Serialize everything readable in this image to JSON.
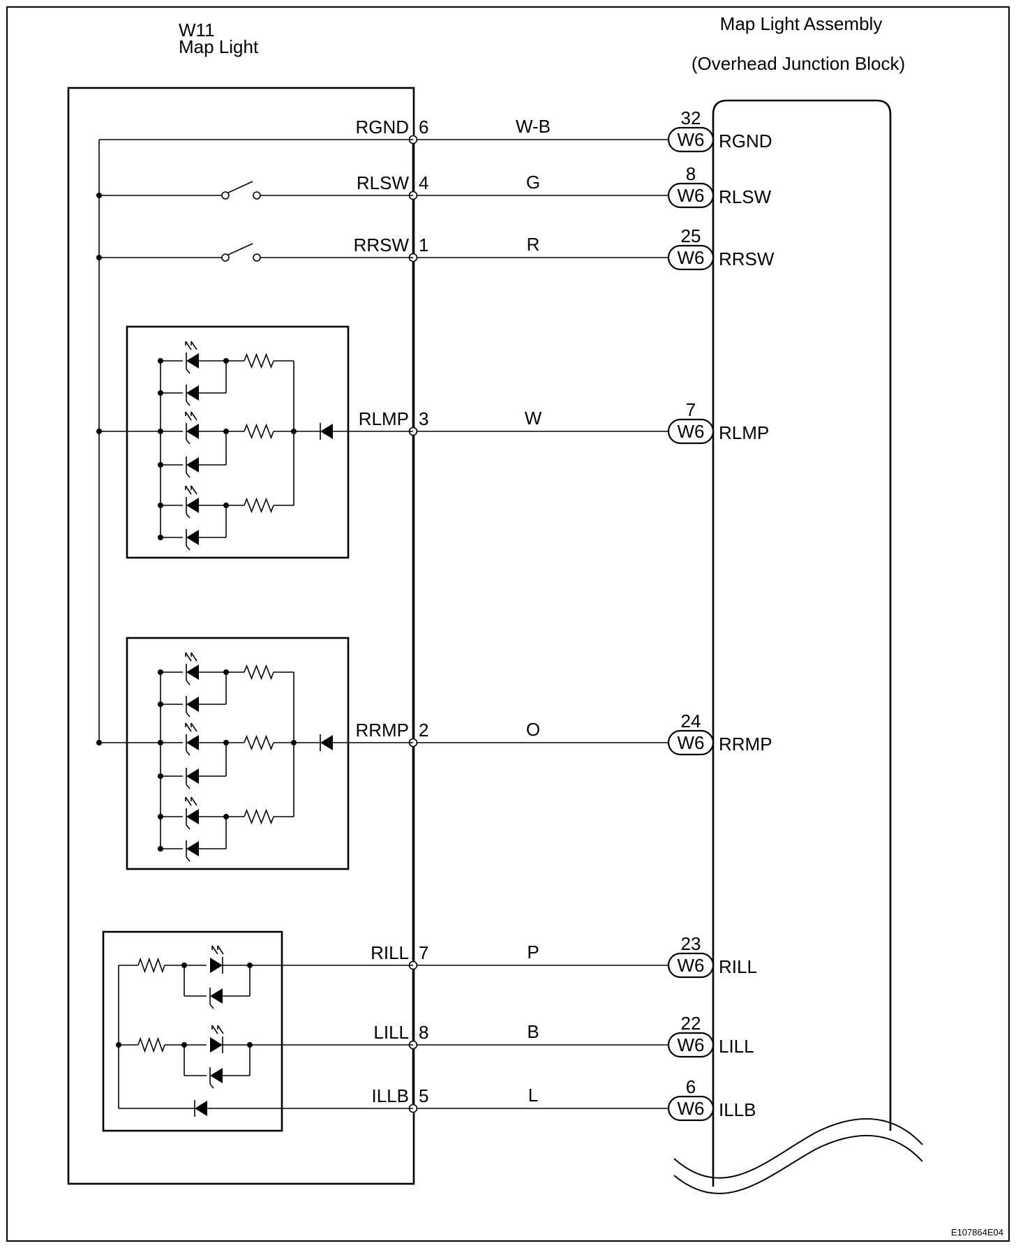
{
  "left_component": {
    "code": "W11",
    "name": "Map Light"
  },
  "right_component": {
    "name": "Map Light Assembly",
    "subname": "(Overhead Junction Block)",
    "connector": "W6"
  },
  "image_code": "E107864E04",
  "rows": [
    {
      "signal": "RGND",
      "pin": "6",
      "wire": "W-B",
      "jpin": "32",
      "jsignal": "RGND"
    },
    {
      "signal": "RLSW",
      "pin": "4",
      "wire": "G",
      "jpin": "8",
      "jsignal": "RLSW"
    },
    {
      "signal": "RRSW",
      "pin": "1",
      "wire": "R",
      "jpin": "25",
      "jsignal": "RRSW"
    },
    {
      "signal": "RLMP",
      "pin": "3",
      "wire": "W",
      "jpin": "7",
      "jsignal": "RLMP"
    },
    {
      "signal": "RRMP",
      "pin": "2",
      "wire": "O",
      "jpin": "24",
      "jsignal": "RRMP"
    },
    {
      "signal": "RILL",
      "pin": "7",
      "wire": "P",
      "jpin": "23",
      "jsignal": "RILL"
    },
    {
      "signal": "LILL",
      "pin": "8",
      "wire": "B",
      "jpin": "22",
      "jsignal": "LILL"
    },
    {
      "signal": "ILLB",
      "pin": "5",
      "wire": "L",
      "jpin": "6",
      "jsignal": "ILLB"
    }
  ],
  "switches": [
    {
      "row": "RLSW"
    },
    {
      "row": "RRSW"
    }
  ],
  "led_modules": [
    {
      "row": "RLMP"
    },
    {
      "row": "RRMP"
    }
  ],
  "illumination_module": {
    "rows": [
      "RILL",
      "LILL",
      "ILLB"
    ]
  },
  "colors": {
    "ink": "#000000",
    "background": "#ffffff"
  }
}
